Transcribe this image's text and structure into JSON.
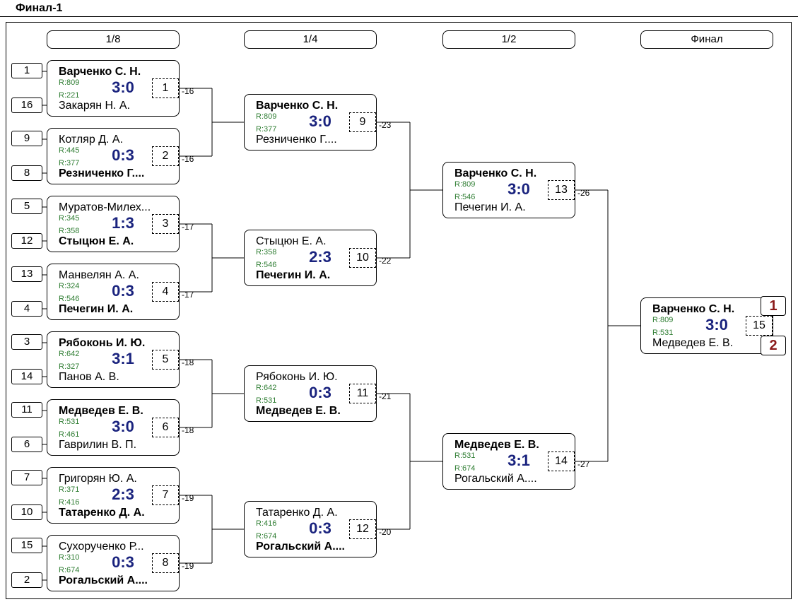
{
  "title": "Финал-1",
  "rounds": [
    {
      "label": "1/8"
    },
    {
      "label": "1/4"
    },
    {
      "label": "1/2"
    },
    {
      "label": "Финал"
    }
  ],
  "seeds": [
    [
      "1",
      "16"
    ],
    [
      "9",
      "8"
    ],
    [
      "5",
      "12"
    ],
    [
      "13",
      "4"
    ],
    [
      "3",
      "14"
    ],
    [
      "11",
      "6"
    ],
    [
      "7",
      "10"
    ],
    [
      "15",
      "2"
    ]
  ],
  "matches": [
    {
      "num": "1",
      "top": {
        "name": "Варченко С. Н.",
        "rating": "R:809"
      },
      "bottom": {
        "name": "Закарян Н. А.",
        "rating": "R:221"
      },
      "score": "3:0",
      "winner": "top",
      "loser_ref": "-16"
    },
    {
      "num": "2",
      "top": {
        "name": "Котляр Д. А.",
        "rating": "R:445"
      },
      "bottom": {
        "name": "Резниченко Г....",
        "rating": "R:377"
      },
      "score": "0:3",
      "winner": "bottom",
      "loser_ref": "-16"
    },
    {
      "num": "3",
      "top": {
        "name": "Муратов-Милех...",
        "rating": "R:345"
      },
      "bottom": {
        "name": "Стыцюн Е. А.",
        "rating": "R:358"
      },
      "score": "1:3",
      "winner": "bottom",
      "loser_ref": "-17"
    },
    {
      "num": "4",
      "top": {
        "name": "Манвелян А. А.",
        "rating": "R:324"
      },
      "bottom": {
        "name": "Печегин И. А.",
        "rating": "R:546"
      },
      "score": "0:3",
      "winner": "bottom",
      "loser_ref": "-17"
    },
    {
      "num": "5",
      "top": {
        "name": "Рябоконь И. Ю.",
        "rating": "R:642"
      },
      "bottom": {
        "name": "Панов А. В.",
        "rating": "R:327"
      },
      "score": "3:1",
      "winner": "top",
      "loser_ref": "-18"
    },
    {
      "num": "6",
      "top": {
        "name": "Медведев Е. В.",
        "rating": "R:531"
      },
      "bottom": {
        "name": "Гаврилин В. П.",
        "rating": "R:461"
      },
      "score": "3:0",
      "winner": "top",
      "loser_ref": "-18"
    },
    {
      "num": "7",
      "top": {
        "name": "Григорян Ю. А.",
        "rating": "R:371"
      },
      "bottom": {
        "name": "Татаренко Д. А.",
        "rating": "R:416"
      },
      "score": "2:3",
      "winner": "bottom",
      "loser_ref": "-19"
    },
    {
      "num": "8",
      "top": {
        "name": "Сухорученко Р...",
        "rating": "R:310"
      },
      "bottom": {
        "name": "Рогальский А....",
        "rating": "R:674"
      },
      "score": "0:3",
      "winner": "bottom",
      "loser_ref": "-19"
    },
    {
      "num": "9",
      "top": {
        "name": "Варченко С. Н.",
        "rating": "R:809"
      },
      "bottom": {
        "name": "Резниченко Г....",
        "rating": "R:377"
      },
      "score": "3:0",
      "winner": "top",
      "loser_ref": "-23"
    },
    {
      "num": "10",
      "top": {
        "name": "Стыцюн Е. А.",
        "rating": "R:358"
      },
      "bottom": {
        "name": "Печегин И. А.",
        "rating": "R:546"
      },
      "score": "2:3",
      "winner": "bottom",
      "loser_ref": "-22"
    },
    {
      "num": "11",
      "top": {
        "name": "Рябоконь И. Ю.",
        "rating": "R:642"
      },
      "bottom": {
        "name": "Медведев Е. В.",
        "rating": "R:531"
      },
      "score": "0:3",
      "winner": "bottom",
      "loser_ref": "-21"
    },
    {
      "num": "12",
      "top": {
        "name": "Татаренко Д. А.",
        "rating": "R:416"
      },
      "bottom": {
        "name": "Рогальский А....",
        "rating": "R:674"
      },
      "score": "0:3",
      "winner": "bottom",
      "loser_ref": "-20"
    },
    {
      "num": "13",
      "top": {
        "name": "Варченко С. Н.",
        "rating": "R:809"
      },
      "bottom": {
        "name": "Печегин И. А.",
        "rating": "R:546"
      },
      "score": "3:0",
      "winner": "top",
      "loser_ref": "-26"
    },
    {
      "num": "14",
      "top": {
        "name": "Медведев Е. В.",
        "rating": "R:531"
      },
      "bottom": {
        "name": "Рогальский А....",
        "rating": "R:674"
      },
      "score": "3:1",
      "winner": "top",
      "loser_ref": "-27"
    },
    {
      "num": "15",
      "top": {
        "name": "Варченко С. Н.",
        "rating": "R:809"
      },
      "bottom": {
        "name": "Медведев Е. В.",
        "rating": "R:531"
      },
      "score": "3:0",
      "winner": "top",
      "loser_ref": ""
    }
  ],
  "places": [
    "1",
    "2"
  ],
  "colors": {
    "score": "#1a237e",
    "rating": "#2e7d32",
    "place": "#8b1a1a"
  }
}
